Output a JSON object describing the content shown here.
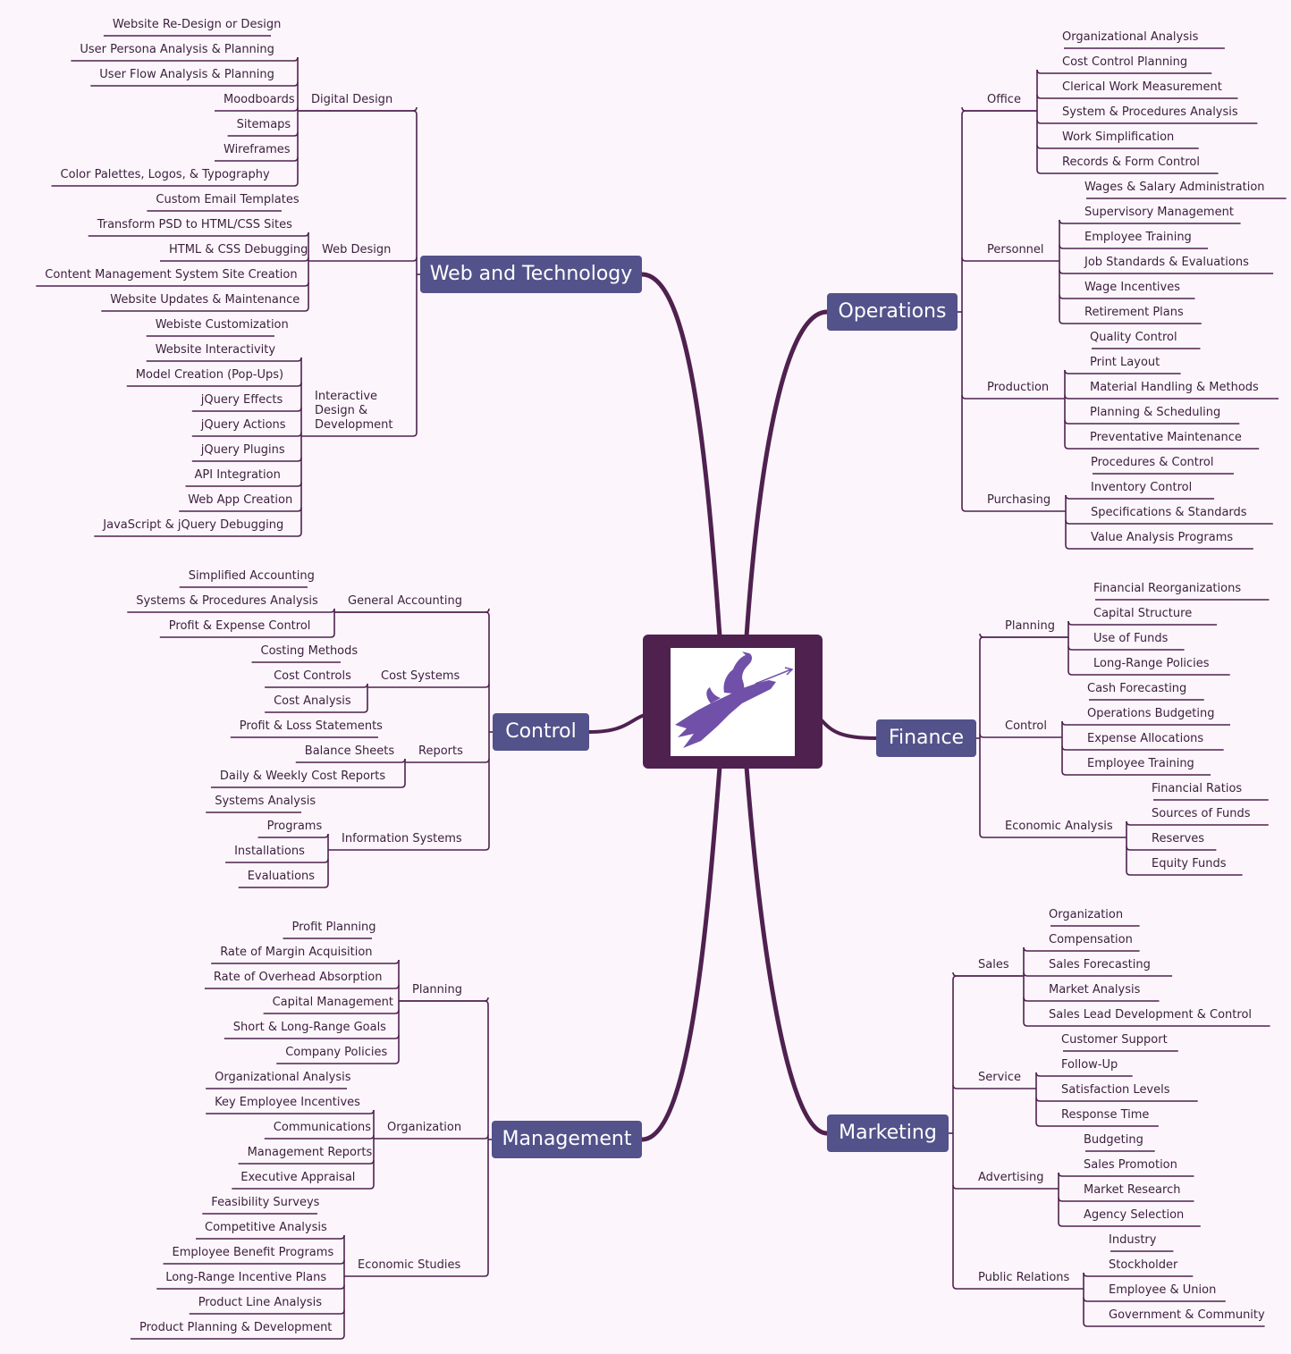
{
  "colors": {
    "background": "#fcf6fc",
    "connector": "#4f214f",
    "branch_fill": "#53528a",
    "branch_text": "#ffffff",
    "text": "#3c1f3c",
    "logo": "#7050a8"
  },
  "center": {
    "image": "flying-witch-icon"
  },
  "branches": {
    "web": {
      "label": "Web and Technology",
      "groups": [
        {
          "label": "Digital Design",
          "items": [
            "Website Re-Design or Design",
            "User Persona Analysis & Planning",
            "User Flow Analysis & Planning",
            "Moodboards",
            "Sitemaps",
            "Wireframes",
            "Color Palettes, Logos, & Typography"
          ]
        },
        {
          "label": "Web Design",
          "items": [
            "Custom Email Templates",
            "Transform PSD to HTML/CSS Sites",
            "HTML & CSS Debugging",
            "Content Management System Site Creation",
            "Website Updates & Maintenance"
          ]
        },
        {
          "label": "Interactive\nDesign &\nDevelopment",
          "items": [
            "Webiste Customization",
            "Website Interactivity",
            "Model Creation (Pop-Ups)",
            "jQuery Effects",
            "jQuery Actions",
            "jQuery Plugins",
            "API Integration",
            "Web App Creation",
            "JavaScript & jQuery Debugging"
          ]
        }
      ]
    },
    "control": {
      "label": "Control",
      "groups": [
        {
          "label": "General Accounting",
          "items": [
            "Simplified Accounting",
            "Systems & Procedures Analysis",
            "Profit & Expense Control"
          ]
        },
        {
          "label": "Cost Systems",
          "items": [
            "Costing Methods",
            "Cost Controls",
            "Cost Analysis"
          ]
        },
        {
          "label": "Reports",
          "items": [
            "Profit & Loss Statements",
            "Balance Sheets",
            "Daily & Weekly Cost Reports"
          ]
        },
        {
          "label": "Information Systems",
          "items": [
            "Systems Analysis",
            "Programs",
            "Installations",
            "Evaluations"
          ]
        }
      ]
    },
    "management": {
      "label": "Management",
      "groups": [
        {
          "label": "Planning",
          "items": [
            "Profit Planning",
            "Rate of Margin Acquisition",
            "Rate of Overhead Absorption",
            "Capital Management",
            "Short & Long-Range Goals",
            "Company Policies"
          ]
        },
        {
          "label": "Organization",
          "items": [
            "Organizational Analysis",
            "Key Employee Incentives",
            "Communications",
            "Management Reports",
            "Executive Appraisal"
          ]
        },
        {
          "label": "Economic Studies",
          "items": [
            "Feasibility Surveys",
            "Competitive Analysis",
            "Employee Benefit Programs",
            "Long-Range Incentive Plans",
            "Product Line Analysis",
            "Product Planning & Development"
          ]
        }
      ]
    },
    "operations": {
      "label": "Operations",
      "groups": [
        {
          "label": "Office",
          "items": [
            "Organizational Analysis",
            "Cost Control Planning",
            "Clerical Work Measurement",
            "System & Procedures Analysis",
            "Work Simplification",
            "Records & Form Control"
          ]
        },
        {
          "label": "Personnel",
          "items": [
            "Wages & Salary Administration",
            "Supervisory Management",
            "Employee Training",
            "Job Standards & Evaluations",
            "Wage Incentives",
            "Retirement Plans"
          ]
        },
        {
          "label": "Production",
          "items": [
            "Quality Control",
            "Print Layout",
            "Material Handling & Methods",
            "Planning & Scheduling",
            "Preventative Maintenance"
          ]
        },
        {
          "label": "Purchasing",
          "items": [
            "Procedures & Control",
            "Inventory Control",
            "Specifications & Standards",
            "Value Analysis Programs"
          ]
        }
      ]
    },
    "finance": {
      "label": "Finance",
      "groups": [
        {
          "label": "Planning",
          "items": [
            "Financial Reorganizations",
            "Capital Structure",
            "Use of Funds",
            "Long-Range Policies"
          ]
        },
        {
          "label": "Control",
          "items": [
            "Cash Forecasting",
            "Operations Budgeting",
            "Expense Allocations",
            "Employee Training"
          ]
        },
        {
          "label": "Economic Analysis",
          "items": [
            "Financial Ratios",
            "Sources of Funds",
            "Reserves",
            "Equity Funds"
          ]
        }
      ]
    },
    "marketing": {
      "label": "Marketing",
      "groups": [
        {
          "label": "Sales",
          "items": [
            "Organization",
            "Compensation",
            "Sales Forecasting",
            "Market Analysis",
            "Sales Lead Development & Control"
          ]
        },
        {
          "label": "Service",
          "items": [
            "Customer Support",
            "Follow-Up",
            "Satisfaction Levels",
            "Response Time"
          ]
        },
        {
          "label": "Advertising",
          "items": [
            "Budgeting",
            "Sales Promotion",
            "Market Research",
            "Agency Selection"
          ]
        },
        {
          "label": "Public Relations",
          "items": [
            "Industry",
            "Stockholder",
            "Employee & Union",
            "Government & Community"
          ]
        }
      ]
    }
  }
}
